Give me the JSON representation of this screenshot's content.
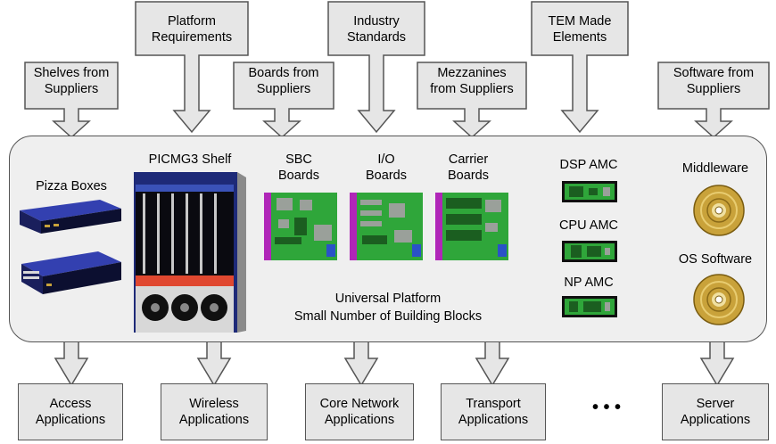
{
  "inputs": [
    {
      "label": "Shelves from\nSuppliers"
    },
    {
      "label": "Platform\nRequirements"
    },
    {
      "label": "Boards from\nSuppliers"
    },
    {
      "label": "Industry\nStandards"
    },
    {
      "label": "Mezzanines\nfrom Suppliers"
    },
    {
      "label": "TEM Made\nElements"
    },
    {
      "label": "Software from\nSuppliers"
    }
  ],
  "platform": {
    "pizza_label": "Pizza Boxes",
    "shelf_label": "PICMG3 Shelf",
    "sbc_label": "SBC\nBoards",
    "io_label": "I/O\nBoards",
    "carrier_label": "Carrier\nBoards",
    "dsp_label": "DSP AMC",
    "cpu_label": "CPU AMC",
    "np_label": "NP AMC",
    "middleware_label": "Middleware",
    "os_label": "OS Software",
    "center_line1": "Universal Platform",
    "center_line2": "Small Number of Building Blocks"
  },
  "outputs": [
    {
      "label": "Access\nApplications"
    },
    {
      "label": "Wireless\nApplications"
    },
    {
      "label": "Core Network\nApplications"
    },
    {
      "label": "Transport\nApplications"
    },
    {
      "label": "Server\nApplications"
    }
  ],
  "ellipsis": "• • •",
  "colors": {
    "box_fill": "#e6e6e6",
    "border": "#555555",
    "board_green": "#2fa63a",
    "board_purple": "#b026b8",
    "shelf_navy": "#1e2a78",
    "disc_gold": "#c9a23a"
  }
}
